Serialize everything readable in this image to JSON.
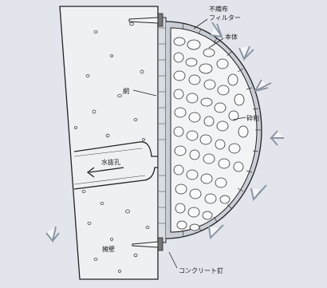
{
  "labels": {
    "filter_line1": "不織布",
    "filter_line2": "フィルター",
    "body": "本体",
    "mesh": "網",
    "gravel": "砕利",
    "drain_hole": "水抜孔",
    "retaining_wall": "擁壁",
    "concrete_nail": "コンクリート釘"
  },
  "colors": {
    "background": "#e2e6ec",
    "wall_fill": "#eef0f3",
    "line": "#222222",
    "arrow": "#9aa3b0"
  }
}
